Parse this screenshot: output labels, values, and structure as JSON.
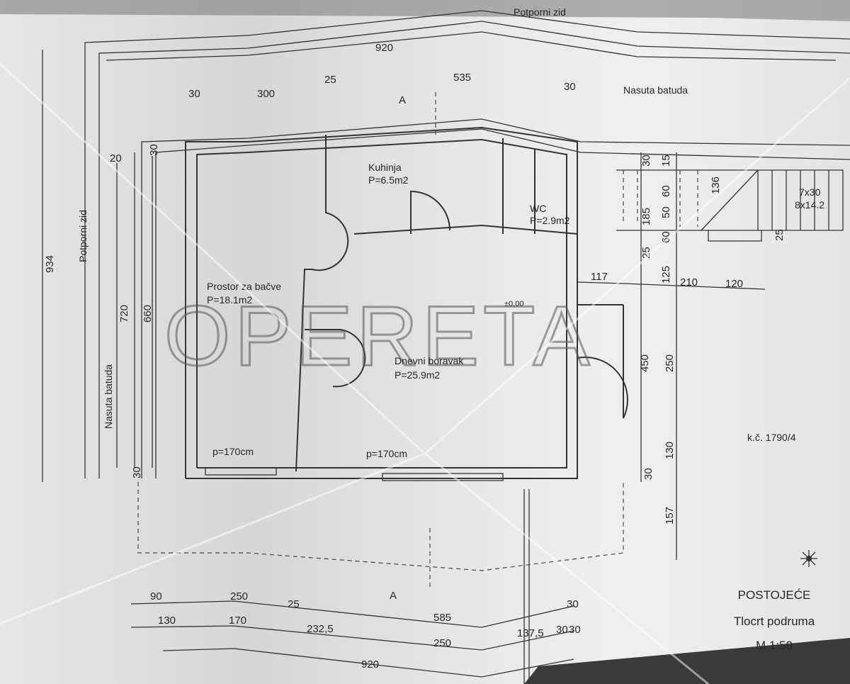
{
  "labels": {
    "retaining_wall_top": "Potporni zid",
    "retaining_wall_left": "Potporni zid",
    "fill_top": "Nasuta batuda",
    "fill_left": "Nasuta batuda",
    "section_top": "A",
    "section_bottom": "A",
    "level": "±0,00",
    "parcel": "k.č. 1790/4",
    "stairs_steps_1": "7x30",
    "stairs_steps_2": "8x14.2",
    "window_left": "p=170cm",
    "window_right": "p=170cm",
    "watermark": "OPERETA"
  },
  "rooms": [
    {
      "name": "Kuhinja",
      "area": "P=6.5m2"
    },
    {
      "name": "WC",
      "area": "P=2.9m2"
    },
    {
      "name": "Prostor za bačve",
      "area": "P=18.1m2"
    },
    {
      "name": "Dnevni boravak",
      "area": "P=25.9m2"
    }
  ],
  "dimensions": [
    "920",
    "535",
    "25",
    "30",
    "300",
    "30",
    "20",
    "30",
    "934",
    "720",
    "660",
    "30",
    "117",
    "210",
    "120",
    "30",
    "15",
    "185",
    "60",
    "50",
    "60",
    "25",
    "125",
    "136",
    "25",
    "450",
    "250",
    "130",
    "30",
    "157",
    "90",
    "250",
    "25",
    "585",
    "30",
    "130",
    "170",
    "232,5",
    "250",
    "137,5",
    "30",
    "30",
    "920"
  ],
  "title_block": {
    "status": "POSTOJEĆE",
    "drawing": "Tlocrt podruma",
    "scale": "M 1:50"
  }
}
